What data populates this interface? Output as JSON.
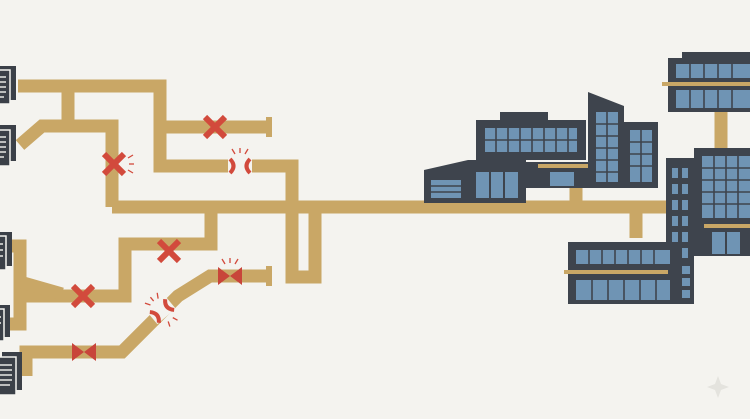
{
  "colors": {
    "background": "#f4f3ef",
    "pipe": "#c9a766",
    "pipe_edge": "#b08f4f",
    "break_mark": "#d24a3c",
    "block_mark": "#c8453a",
    "building_dark": "#3e444d",
    "window_blue": "#6f94b4",
    "document_dark": "#3b4048",
    "document_paper": "#f5f4f0"
  },
  "documents": [
    {
      "name": "document-1-icon"
    },
    {
      "name": "document-2-icon"
    },
    {
      "name": "document-3-icon"
    },
    {
      "name": "document-4-icon"
    },
    {
      "name": "document-5-icon"
    }
  ],
  "failures": [
    {
      "kind": "x-mark",
      "count": 4
    },
    {
      "kind": "cracked-pipe",
      "count": 2
    },
    {
      "kind": "closed-valve",
      "count": 2
    }
  ],
  "campus": {
    "buildings": [
      "building-main-left",
      "building-tower-mid",
      "building-tall-right",
      "building-top-right",
      "building-bottom-center"
    ]
  }
}
